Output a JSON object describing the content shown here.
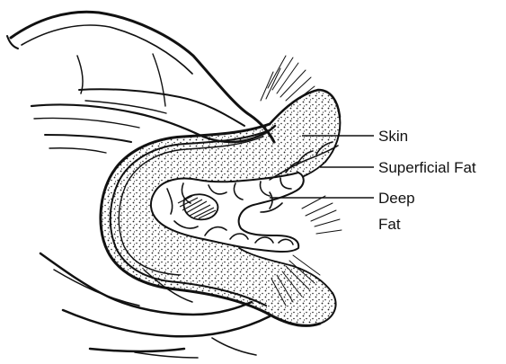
{
  "diagram": {
    "labels": {
      "skin": "Skin",
      "superficial_fat": "Superficial Fat",
      "deep_fat_line1": "Deep",
      "deep_fat_line2": "Fat"
    },
    "colors": {
      "ink": "#111111",
      "background": "#ffffff"
    }
  }
}
